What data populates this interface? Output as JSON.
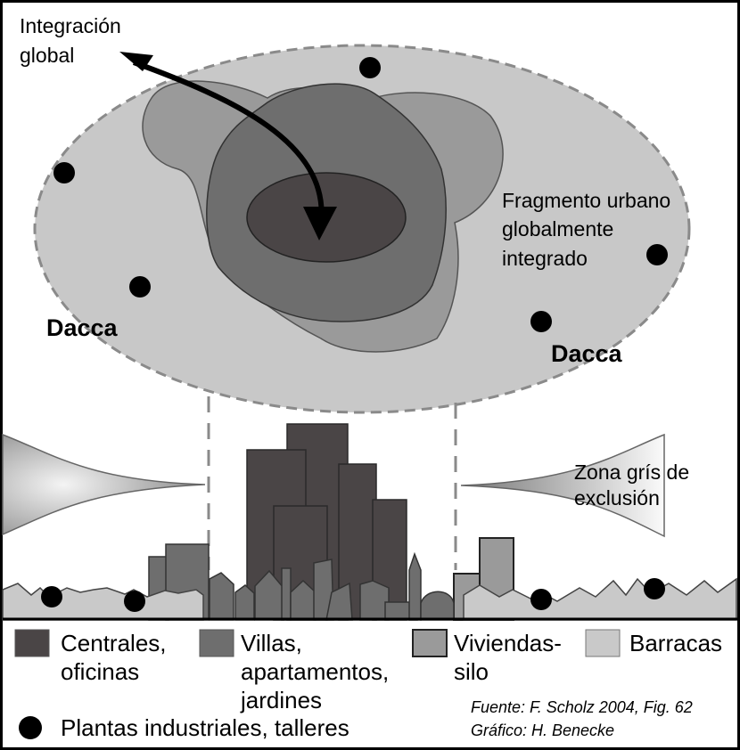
{
  "colors": {
    "centrales": "#4a4546",
    "villas": "#6e6e6e",
    "viviendas": "#9a9a9a",
    "barracas": "#c9c9c9",
    "ellipse": "#c8c8c8",
    "dash": "#8a8a8a"
  },
  "labels": {
    "integracion_1": "Integración",
    "integracion_2": "global",
    "fragmento_1": "Fragmento urbano",
    "fragmento_2": "globalmente",
    "fragmento_3": "integrado",
    "dacca_left": "Dacca",
    "dacca_right": "Dacca",
    "zona_1": "Zona grís de",
    "zona_2": "exclusión"
  },
  "legend": {
    "centrales_1": "Centrales,",
    "centrales_2": "oficinas",
    "villas_1": "Villas,",
    "villas_2": "apartamentos,",
    "villas_3": "jardines",
    "viviendas_1": "Viviendas-",
    "viviendas_2": "silo",
    "barracas": "Barracas",
    "plantas": "Plantas industriales, talleres"
  },
  "source": {
    "fuente": "Fuente:  F. Scholz 2004, Fig. 62",
    "grafico": "Gráfico: H. Benecke"
  }
}
